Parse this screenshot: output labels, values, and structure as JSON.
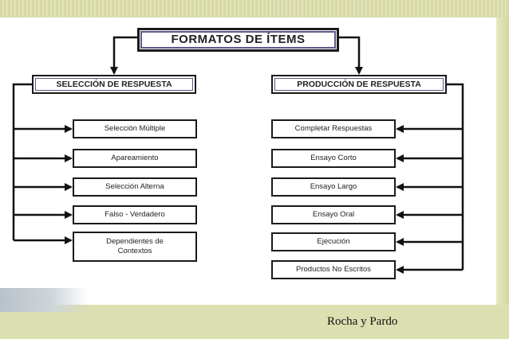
{
  "diagram": {
    "title": "FORMATOS DE ÍTEMS",
    "left_header": "SELECCIÓN DE RESPUESTA",
    "right_header": "PRODUCCIÓN DE RESPUESTA",
    "left_items": [
      "Selección Múltiple",
      "Apareamiento",
      "Selección Alterna",
      "Falso - Verdadero",
      "Dependientes de Contextos"
    ],
    "right_items": [
      "Completar Respuestas",
      "Ensayo Corto",
      "Ensayo Largo",
      "Ensayo Oral",
      "Ejecución",
      "Productos No Escritos"
    ]
  },
  "footer": {
    "credit": "Rocha y Pardo"
  }
}
